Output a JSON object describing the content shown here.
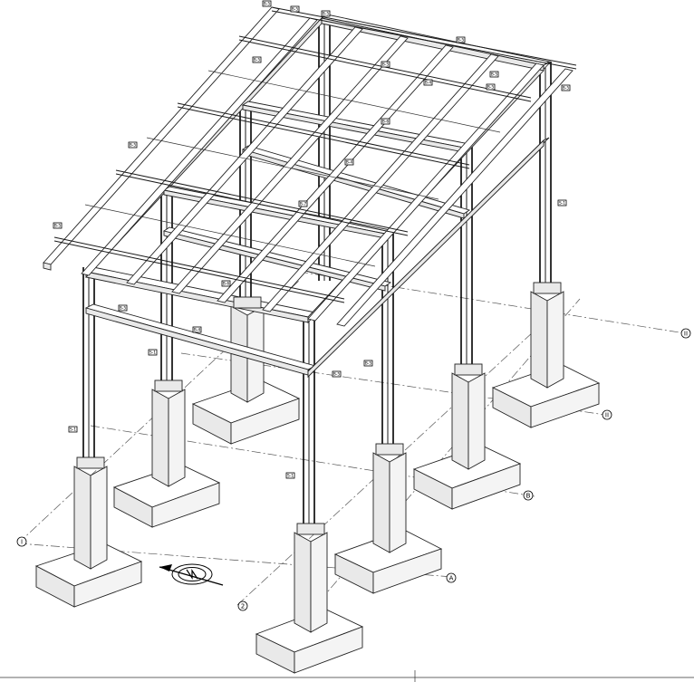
{
  "grid_bubbles": [
    {
      "id": "grid-1",
      "label": "I"
    },
    {
      "id": "grid-2",
      "label": "2"
    },
    {
      "id": "grid-3",
      "label": "II"
    },
    {
      "id": "grid-4",
      "label": "II"
    },
    {
      "id": "grid-A",
      "label": "A"
    },
    {
      "id": "grid-B",
      "label": "B"
    }
  ],
  "member_tags": [
    {
      "id": "t01",
      "label": "B-5"
    },
    {
      "id": "t02",
      "label": "B-5"
    },
    {
      "id": "t03",
      "label": "B-5"
    },
    {
      "id": "t04",
      "label": "B-5"
    },
    {
      "id": "t05",
      "label": "B-5"
    },
    {
      "id": "t06",
      "label": "B-5"
    },
    {
      "id": "t07",
      "label": "B-4"
    },
    {
      "id": "t08",
      "label": "B-6"
    },
    {
      "id": "t09",
      "label": "B-5"
    },
    {
      "id": "t10",
      "label": "B-5"
    },
    {
      "id": "t11",
      "label": "B-5"
    },
    {
      "id": "t12",
      "label": "B-4"
    },
    {
      "id": "t13",
      "label": "B-5"
    },
    {
      "id": "t14",
      "label": "B-5"
    },
    {
      "id": "t15",
      "label": "S-1"
    },
    {
      "id": "t16",
      "label": "B-7"
    },
    {
      "id": "t17",
      "label": "B-5"
    },
    {
      "id": "t18",
      "label": "B-6"
    },
    {
      "id": "t19",
      "label": "B-4"
    },
    {
      "id": "t20",
      "label": "S-1"
    },
    {
      "id": "t21",
      "label": "S-1"
    },
    {
      "id": "t22",
      "label": "S-1"
    },
    {
      "id": "t23",
      "label": "B-5"
    },
    {
      "id": "t24",
      "label": "B-5"
    }
  ]
}
